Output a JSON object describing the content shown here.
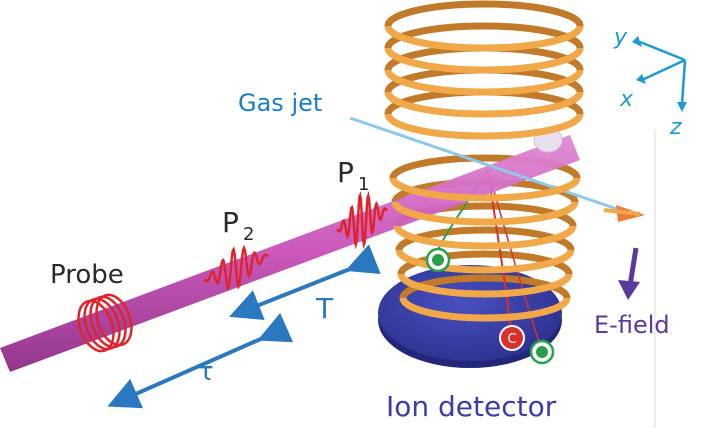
{
  "labels": {
    "gas_jet": "Gas jet",
    "p1_main": "P",
    "p1_sub": "1",
    "p2_main": "P",
    "p2_sub": "2",
    "probe": "Probe",
    "T": "T",
    "tau": "τ",
    "efield": "E-field",
    "ion_detector": "Ion detector",
    "axis_x": "x",
    "axis_y": "y",
    "axis_z": "z",
    "carbon": "C"
  },
  "colors": {
    "beam": "#c850b8",
    "pulse": "#e0242c",
    "coil": "#f0a848",
    "gas_jet": "#8cc8ec",
    "detector": "#3a3ea8",
    "arrow_blue": "#2a78c0",
    "label_blue": "#1c7cc6",
    "efield": "#5a3a9a",
    "ion_green": "#2aa04a",
    "ion_red": "#d8302a",
    "label_dark": "#2a2a2a"
  },
  "icons": {
    "coordinate_axes": "xyz-axes-icon"
  }
}
